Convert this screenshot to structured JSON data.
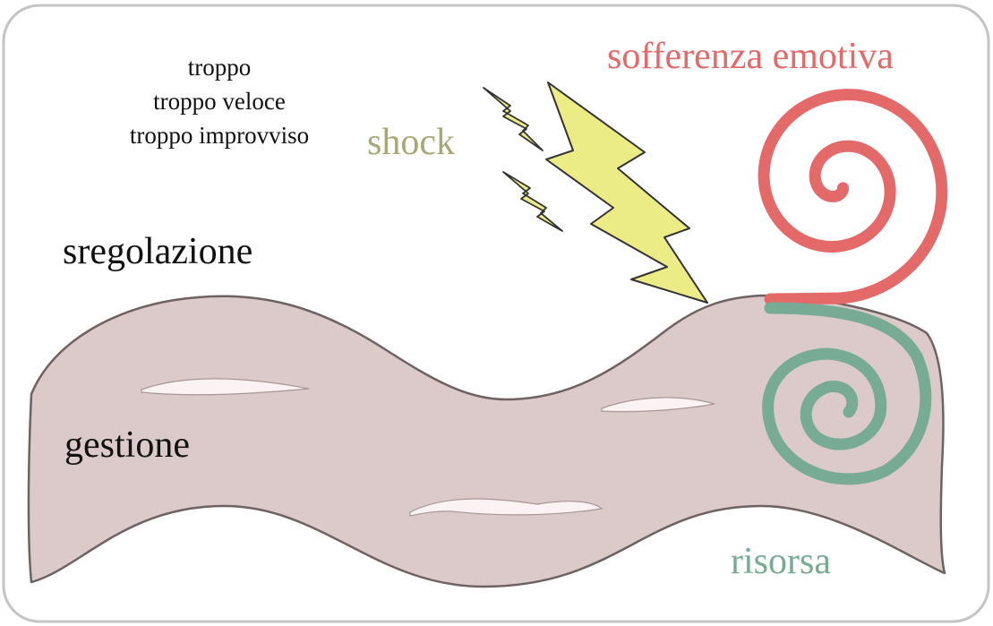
{
  "labels": {
    "intro_lines": [
      "troppo",
      "troppo veloce",
      "troppo improvviso"
    ],
    "shock": "shock",
    "sofferenza": "sofferenza emotiva",
    "sregolazione": "sregolazione",
    "gestione": "gestione",
    "risorsa": "risorsa"
  },
  "colors": {
    "card_border": "#c4c4c4",
    "band_fill": "#dccaca",
    "band_stroke": "#6e6262",
    "highlight": "#fbf3f3",
    "lightning_fill": "#ecec86",
    "lightning_stroke": "#333333",
    "shock_text": "#a8a877",
    "suffering": "#e46a6a",
    "resource": "#78ab96",
    "text": "#111111"
  },
  "icons": [
    "big-lightning-icon",
    "small-lightning-icon",
    "red-spiral-icon",
    "green-spiral-icon"
  ]
}
